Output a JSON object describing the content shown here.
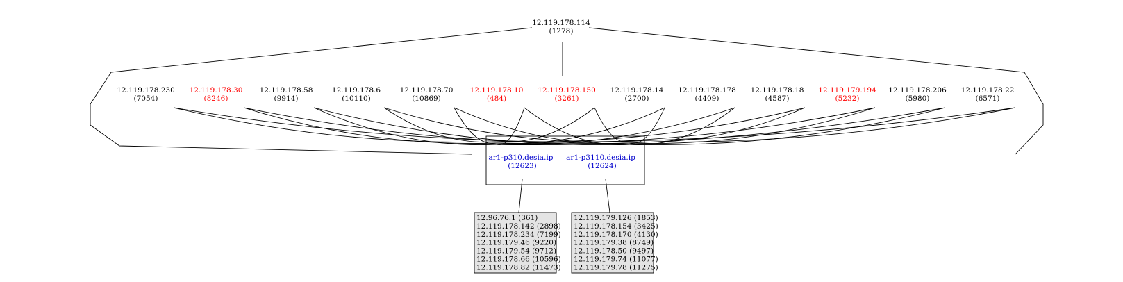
{
  "colors": {
    "normal": "#000000",
    "highlight": "#ff0000",
    "router": "#0000cc",
    "list_fill": "#e4e4e4"
  },
  "root": {
    "ip": "12.119.178.114",
    "count": "(1278)"
  },
  "hosts": [
    {
      "ip": "12.119.178.230",
      "count": "(7054)",
      "status": "normal"
    },
    {
      "ip": "12.119.178.30",
      "count": "(8246)",
      "status": "highlight"
    },
    {
      "ip": "12.119.178.58",
      "count": "(9914)",
      "status": "normal"
    },
    {
      "ip": "12.119.178.6",
      "count": "(10110)",
      "status": "normal"
    },
    {
      "ip": "12.119.178.70",
      "count": "(10869)",
      "status": "normal"
    },
    {
      "ip": "12.119.178.10",
      "count": "(484)",
      "status": "highlight"
    },
    {
      "ip": "12.119.178.150",
      "count": "(3261)",
      "status": "highlight"
    },
    {
      "ip": "12.119.178.14",
      "count": "(2700)",
      "status": "normal"
    },
    {
      "ip": "12.119.178.178",
      "count": "(4409)",
      "status": "normal"
    },
    {
      "ip": "12.119.178.18",
      "count": "(4587)",
      "status": "normal"
    },
    {
      "ip": "12.119.179.194",
      "count": "(5232)",
      "status": "highlight"
    },
    {
      "ip": "12.119.178.206",
      "count": "(5980)",
      "status": "normal"
    },
    {
      "ip": "12.119.178.22",
      "count": "(6571)",
      "status": "normal"
    }
  ],
  "routers": [
    {
      "name": "ar1-p310.desia.ip",
      "count": "(12623)"
    },
    {
      "name": "ar1-p3110.desia.ip",
      "count": "(12624)"
    }
  ],
  "lists": [
    {
      "items": [
        "12.96.76.1 (361)",
        "12.119.178.142 (2898)",
        "12.119.178.234 (7199)",
        "12.119.179.46 (9220)",
        "12.119.179.54 (9712)",
        "12.119.178.66 (10596)",
        "12.119.178.82 (11473)"
      ]
    },
    {
      "items": [
        "12.119.179.126 (1853)",
        "12.119.178.154 (3425)",
        "12.119.178.170 (4130)",
        "12.119.179.38 (8749)",
        "12.119.178.50 (9497)",
        "12.119.179.74 (11077)",
        "12.119.179.78 (11275)"
      ]
    }
  ]
}
